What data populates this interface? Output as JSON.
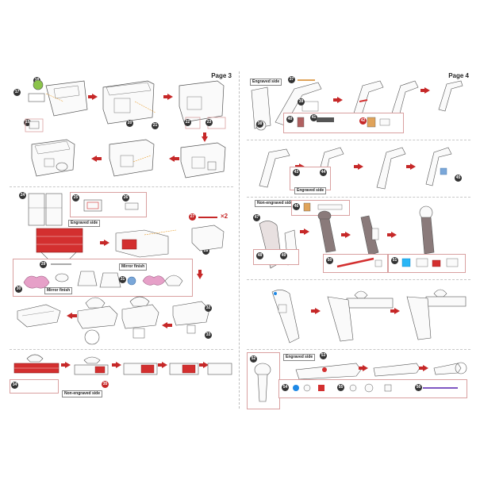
{
  "pages": [
    {
      "label": "Page 3",
      "steps": [
        "17",
        "18",
        "19",
        "20",
        "21",
        "22",
        "23",
        "24",
        "25",
        "26",
        "27",
        "28",
        "29",
        "30",
        "31",
        "32",
        "33",
        "34",
        "35",
        "36"
      ],
      "tags": {
        "engraved_side": "Engraved side",
        "mirror_finish_a": "Mirror finish",
        "mirror_finish_b": "Mirror finish",
        "non_engraved_side": "Non-engraved side"
      },
      "quantity": "×2"
    },
    {
      "label": "Page 4",
      "steps": [
        "37",
        "38",
        "39",
        "40",
        "41",
        "42",
        "43",
        "44",
        "45",
        "46",
        "47",
        "48",
        "49",
        "50",
        "51",
        "52",
        "53",
        "54",
        "55",
        "56"
      ],
      "tags": {
        "engraved_side_a": "Engraved side",
        "engraved_side_b": "Engraved side",
        "non_engraved_side": "Non-engraved side",
        "engraved_side_c": "Engraved side"
      }
    }
  ],
  "colors": {
    "accent_red": "#c62828",
    "part_red": "#d32f2f",
    "part_pink": "#e6a0c8",
    "part_blue": "#7aa7d9",
    "part_green": "#8bc34a",
    "part_orange": "#e0a35a",
    "line_gray": "#555555"
  },
  "icons": [
    "arrow-right-icon",
    "arrow-left-icon",
    "arrow-down-icon",
    "step-number-icon"
  ]
}
